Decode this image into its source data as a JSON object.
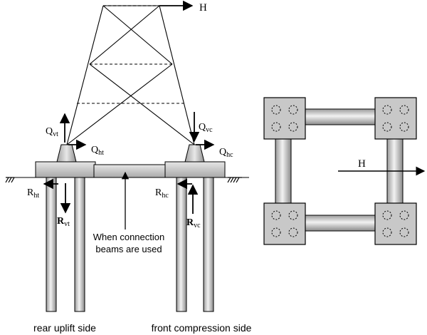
{
  "left_figure": {
    "tower_load": "H",
    "q_vt": {
      "base": "Q",
      "sub": "vt"
    },
    "q_ht": {
      "base": "Q",
      "sub": "ht"
    },
    "q_vc": {
      "base": "Q",
      "sub": "vc"
    },
    "q_hc": {
      "base": "Q",
      "sub": "hc"
    },
    "r_ht": {
      "base": "R",
      "sub": "ht"
    },
    "r_vt": {
      "base": "R",
      "sub": "vt"
    },
    "r_hc": {
      "base": "R",
      "sub": "hc"
    },
    "r_vc": {
      "base": "R",
      "sub": "vc"
    },
    "beam_note": [
      "When connection",
      "beams are used"
    ],
    "caption_left": "rear uplift side",
    "caption_right": "front compression side"
  },
  "right_figure": {
    "load_label": "H"
  },
  "colors": {
    "ink": "#000000",
    "pile_mid": "#bdbdbd",
    "pile_light": "#ececec",
    "cap_fill": "#c8c8c8",
    "cap_inner": "#b0b0b0"
  }
}
